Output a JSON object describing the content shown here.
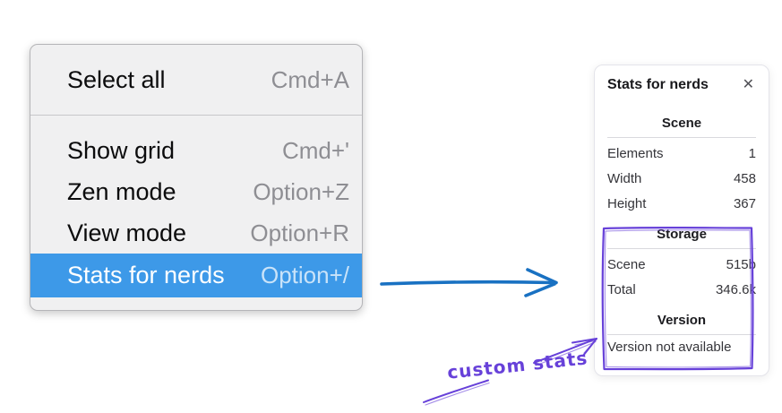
{
  "menu": {
    "items": [
      {
        "label": "Select all",
        "shortcut": "Cmd+A"
      },
      {
        "label": "Show grid",
        "shortcut": "Cmd+'"
      },
      {
        "label": "Zen mode",
        "shortcut": "Option+Z"
      },
      {
        "label": "View mode",
        "shortcut": "Option+R"
      },
      {
        "label": "Stats for nerds",
        "shortcut": "Option+/"
      }
    ],
    "selected_item": "Stats for nerds",
    "selection_color": "#3d99e8"
  },
  "stats_panel": {
    "title": "Stats for nerds",
    "close_glyph": "✕",
    "sections": [
      {
        "heading": "Scene",
        "rows": [
          {
            "label": "Elements",
            "value": "1"
          },
          {
            "label": "Width",
            "value": "458"
          },
          {
            "label": "Height",
            "value": "367"
          }
        ]
      },
      {
        "heading": "Storage",
        "rows": [
          {
            "label": "Scene",
            "value": "515b"
          },
          {
            "label": "Total",
            "value": "346.6k"
          }
        ]
      },
      {
        "heading": "Version",
        "note": "Version not available"
      }
    ]
  },
  "annotation": {
    "text": "custom stats",
    "color": "#6741d9"
  },
  "connector": {
    "color": "#1971c2"
  }
}
